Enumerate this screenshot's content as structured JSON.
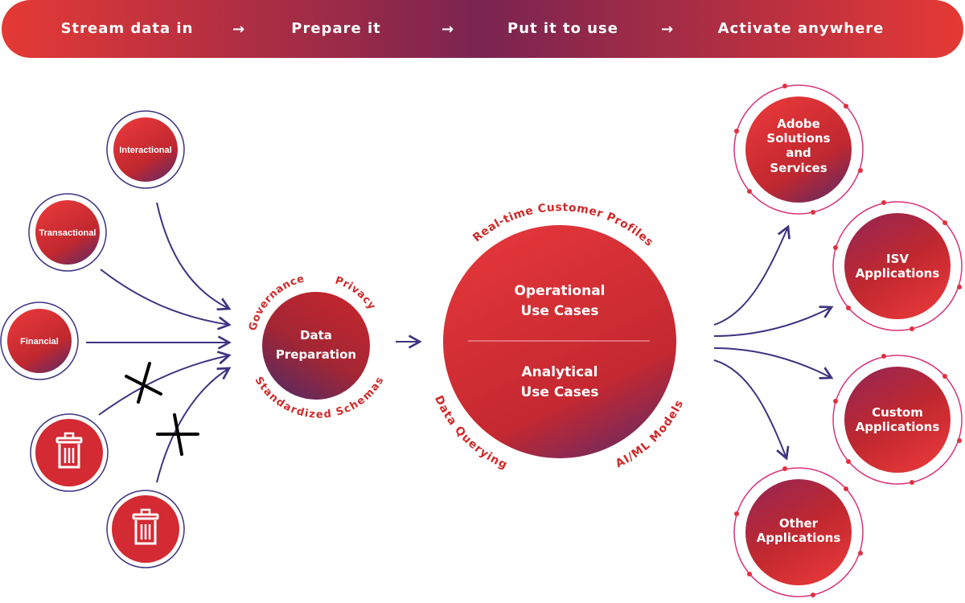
{
  "colors": {
    "accent_red": "#e53935",
    "deep_red": "#b3202a",
    "plum": "#6b2a5c",
    "arrow_navy": "#3d3480",
    "ring_pink": "#d9347a"
  },
  "header": {
    "steps": [
      {
        "label": "Stream data in"
      },
      {
        "label": "Prepare it"
      },
      {
        "label": "Put it to use"
      },
      {
        "label": "Activate anywhere"
      }
    ],
    "arrow_glyph": "→"
  },
  "sources": [
    {
      "label": "Interactional"
    },
    {
      "label": "Transactional"
    },
    {
      "label": "Financial"
    },
    {
      "label": "",
      "icon": "trash-icon",
      "crossed_out": true
    },
    {
      "label": "",
      "icon": "trash-icon",
      "crossed_out": true
    }
  ],
  "prep": {
    "line1": "Data",
    "line2": "Preparation",
    "arc_governance": "Governance",
    "arc_privacy": "Privacy",
    "arc_schemas": "Standardized Schemas"
  },
  "hub": {
    "top_line1": "Operational",
    "top_line2": "Use Cases",
    "bottom_line1": "Analytical",
    "bottom_line2": "Use Cases",
    "arc_top": "Real-time Customer Profiles",
    "arc_left": "Data Querying",
    "arc_right": "AI/ML Models"
  },
  "destinations": [
    {
      "lines": [
        "Adobe",
        "Solutions",
        "and",
        "Services"
      ]
    },
    {
      "lines": [
        "ISV",
        "Applications"
      ]
    },
    {
      "lines": [
        "Custom",
        "Applications"
      ]
    },
    {
      "lines": [
        "Other",
        "Applications"
      ]
    }
  ]
}
